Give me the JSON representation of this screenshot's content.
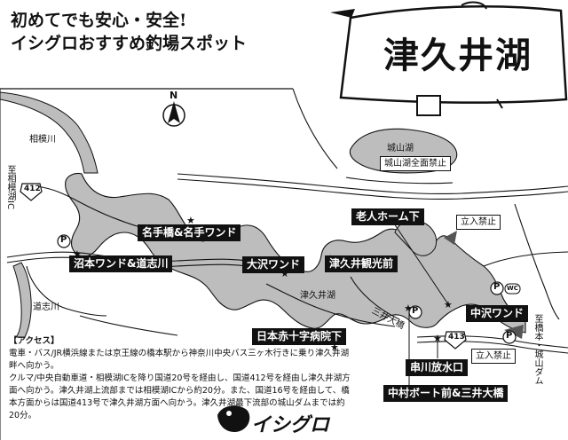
{
  "header": {
    "line1": "初めてでも安心・安全!",
    "line2": "イシグロおすすめ釣場スポット"
  },
  "sign": {
    "title": "津久井湖"
  },
  "compass": {
    "label": "N"
  },
  "spots": [
    {
      "id": "numamoto",
      "label": "沼本ワンド&道志川"
    },
    {
      "id": "natebashi",
      "label": "名手橋&名手ワンド"
    },
    {
      "id": "osawa",
      "label": "大沢ワンド"
    },
    {
      "id": "kankoseki",
      "label": "津久井観光前"
    },
    {
      "id": "rojin",
      "label": "老人ホーム下"
    },
    {
      "id": "nakazawa",
      "label": "中沢ワンド"
    },
    {
      "id": "nisseki",
      "label": "日本赤十字病院下"
    },
    {
      "id": "kushikawa",
      "label": "串川放水口"
    },
    {
      "id": "nakamura",
      "label": "中村ボート前&三井大橋"
    }
  ],
  "boxed_labels": {
    "shiroyama": "城山湖全面禁止",
    "kinshi1": "立入禁止",
    "kinshi2": "立入禁止"
  },
  "place_names": {
    "shiroyamako": "城山湖",
    "tsukuiko": "津久井湖",
    "sagamigawa": "相模川",
    "doshigawa": "道志川",
    "mitsuiohashi": "三井大橋",
    "ic": "至相模湖IC",
    "dam": "至橋本・城山ダム",
    "route412": "412",
    "route413": "413",
    "parking": "P",
    "wc": "WC"
  },
  "access": {
    "title": "【アクセス】",
    "train": "電車・バス/JR横浜線または京王線の橋本駅から神奈川中央バス三ヶ木行きに乗り津久井湖畔へ向かう。",
    "car": "クルマ/中央自動車道・相模湖ICを降り国道20号を経由し、国道412号を経由し津久井湖方面へ向かう。津久井湖上流部までは相模湖ICから約20分。また、国道16号を経由して、橋本方面からは国道413号で津久井湖方面へ向かう。津久井湖最下流部の城山ダムまでは約20分。"
  },
  "logo": {
    "text": "イシグロ"
  },
  "colors": {
    "water": "#bdbdbd",
    "ink": "#111111",
    "paper": "#ffffff"
  }
}
